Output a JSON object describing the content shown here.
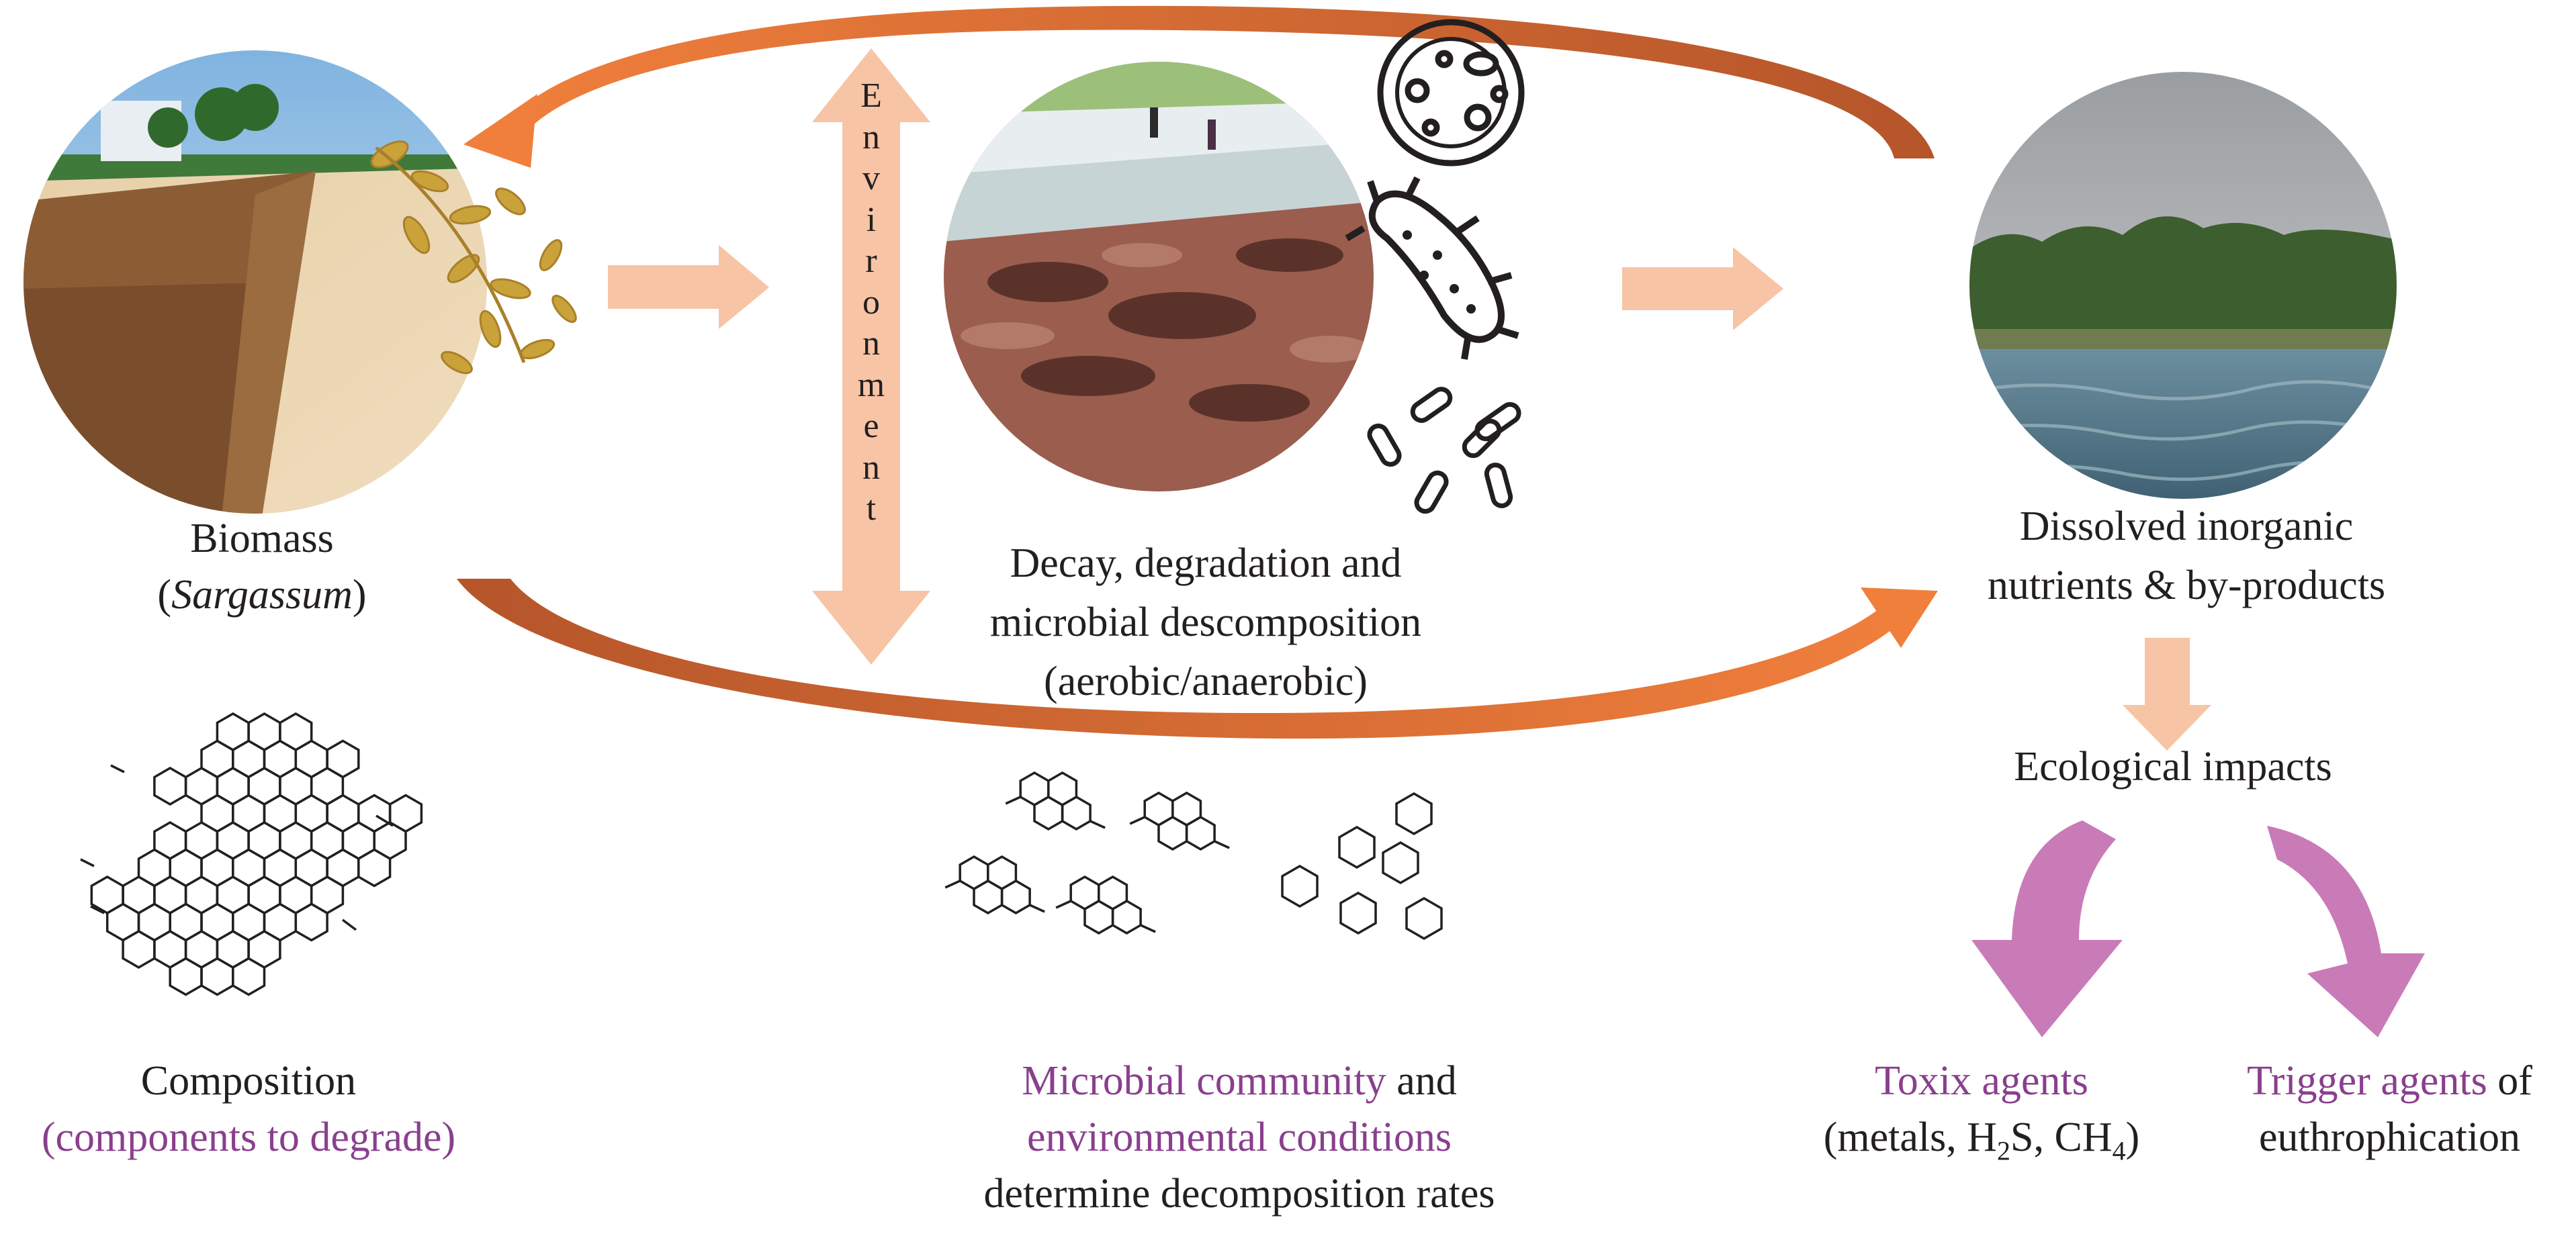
{
  "labels": {
    "biomass_title": "Biomass",
    "biomass_paren_open": "(",
    "biomass_species": "Sargassum",
    "biomass_paren_close": ")",
    "decay_line1": "Decay, degradation and",
    "decay_line2": "microbial descomposition",
    "decay_line3": "(aerobic/anaerobic)",
    "dissolved_line1": "Dissolved inorganic",
    "dissolved_line2": "nutrients & by-products",
    "ecological_impacts": "Ecological impacts",
    "composition_title": "Composition",
    "composition_sub": "(components to degrade)",
    "microbial_part1": "Microbial community",
    "microbial_part2": " and",
    "microbial_line2": "environmental conditions",
    "microbial_line3": "determine decomposition rates",
    "toxic_title": "Toxix agents",
    "toxic_sub_open": "(metals, H",
    "toxic_sub_2": "2",
    "toxic_sub_mid": "S, CH",
    "toxic_sub_4": "4",
    "toxic_sub_close": ")",
    "trigger_title": "Trigger agents",
    "trigger_of": " of",
    "trigger_line2": "euthrophication"
  },
  "environment_letters": [
    "E",
    "n",
    "v",
    "i",
    "r",
    "o",
    "n",
    "m",
    "e",
    "n",
    "t"
  ],
  "colors": {
    "text": "#231f20",
    "purple_text": "#8a3f8e",
    "peach_arrow": "#f7c4a5",
    "cycle_arrow_light": "#f07f3c",
    "cycle_arrow_dark": "#b5552a",
    "magenta_arrow": "#c97bb8"
  },
  "icons": [
    "beach-sargassum-photo",
    "sargassum-sprig",
    "decaying-seaweed-photo",
    "petri-dish-icon",
    "bacterium-icon",
    "bacilli-icon",
    "coastline-water-photo",
    "molecular-lattice",
    "small-ring-clusters",
    "single-hexagon-rings"
  ]
}
